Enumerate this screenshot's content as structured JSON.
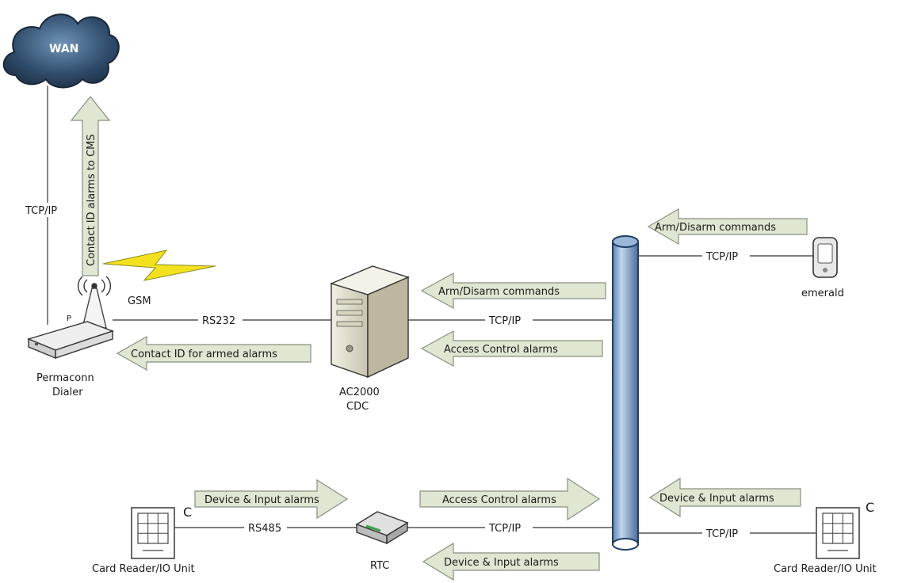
{
  "wan_label": "WAN",
  "gsm_label": "GSM",
  "dialer": {
    "line1": "Permaconn",
    "line2": "Dialer",
    "small_mark": "P"
  },
  "cdc": {
    "line1": "AC2000",
    "line2": "CDC"
  },
  "emerald_label": "emerald",
  "rtc_label": "RTC",
  "card_reader_left": {
    "label": "Card Reader/IO Unit",
    "mark": "C"
  },
  "card_reader_right": {
    "label": "Card Reader/IO Unit",
    "mark": "C"
  },
  "connections": {
    "wan_dialer": "TCP/IP",
    "dialer_cdc": "RS232",
    "cdc_backbone": "TCP/IP",
    "backbone_emerald": "TCP/IP",
    "reader_rtc": "RS485",
    "rtc_backbone": "TCP/IP",
    "backbone_reader": "TCP/IP"
  },
  "arrows": {
    "contact_id_cms": "Contact ID alarms to CMS",
    "contact_id_armed": "Contact ID for armed alarms",
    "arm_disarm_cdc": "Arm/Disarm commands",
    "access_control_cdc": "Access Control alarms",
    "arm_disarm_emerald": "Arm/Disarm commands",
    "device_input_reader_rtc": "Device & Input alarms",
    "access_control_rtc": "Access Control alarms",
    "device_input_rtc_bottom": "Device & Input alarms",
    "device_input_right_reader": "Device & Input alarms"
  },
  "colors": {
    "arrow_fill": "#dfe6d2",
    "arrow_stroke": "#8a8f80",
    "backbone_fill": "#9bb7d8",
    "backbone_stroke": "#1f3f66",
    "wan_cloud": "#2f4f6e",
    "lightning": "#f2e11c",
    "line": "#333333"
  }
}
